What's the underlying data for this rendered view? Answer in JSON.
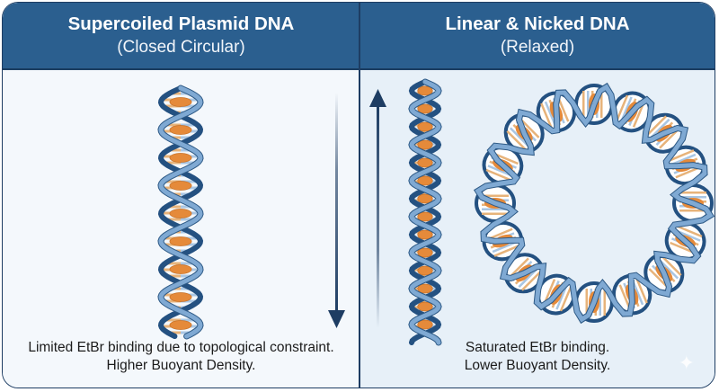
{
  "panels": [
    {
      "title": "Supercoiled Plasmid DNA",
      "subtitle": "(Closed Circular)",
      "caption_line1": "Limited EtBr binding due to topological constraint.",
      "caption_line2": "Higher Buoyant Density.",
      "arrow_direction": "down",
      "dna_form": "linear-helix"
    },
    {
      "title": "Linear & Nicked DNA",
      "subtitle": "(Relaxed)",
      "caption_line1": "Saturated EtBr binding.",
      "caption_line2": "Lower Buoyant Density.",
      "arrow_direction": "up",
      "dna_form": "helix-and-nicked-circle"
    }
  ],
  "icons": {
    "sparkle": "✦"
  },
  "colors": {
    "header": "#2b5f8f",
    "border": "#1e3d63",
    "strand_light": "#7fa9d3",
    "strand_dark": "#245181",
    "intercalator": "#e58a3a",
    "base_orange": "#e7b37a",
    "base_blue": "#a9c6e3"
  }
}
